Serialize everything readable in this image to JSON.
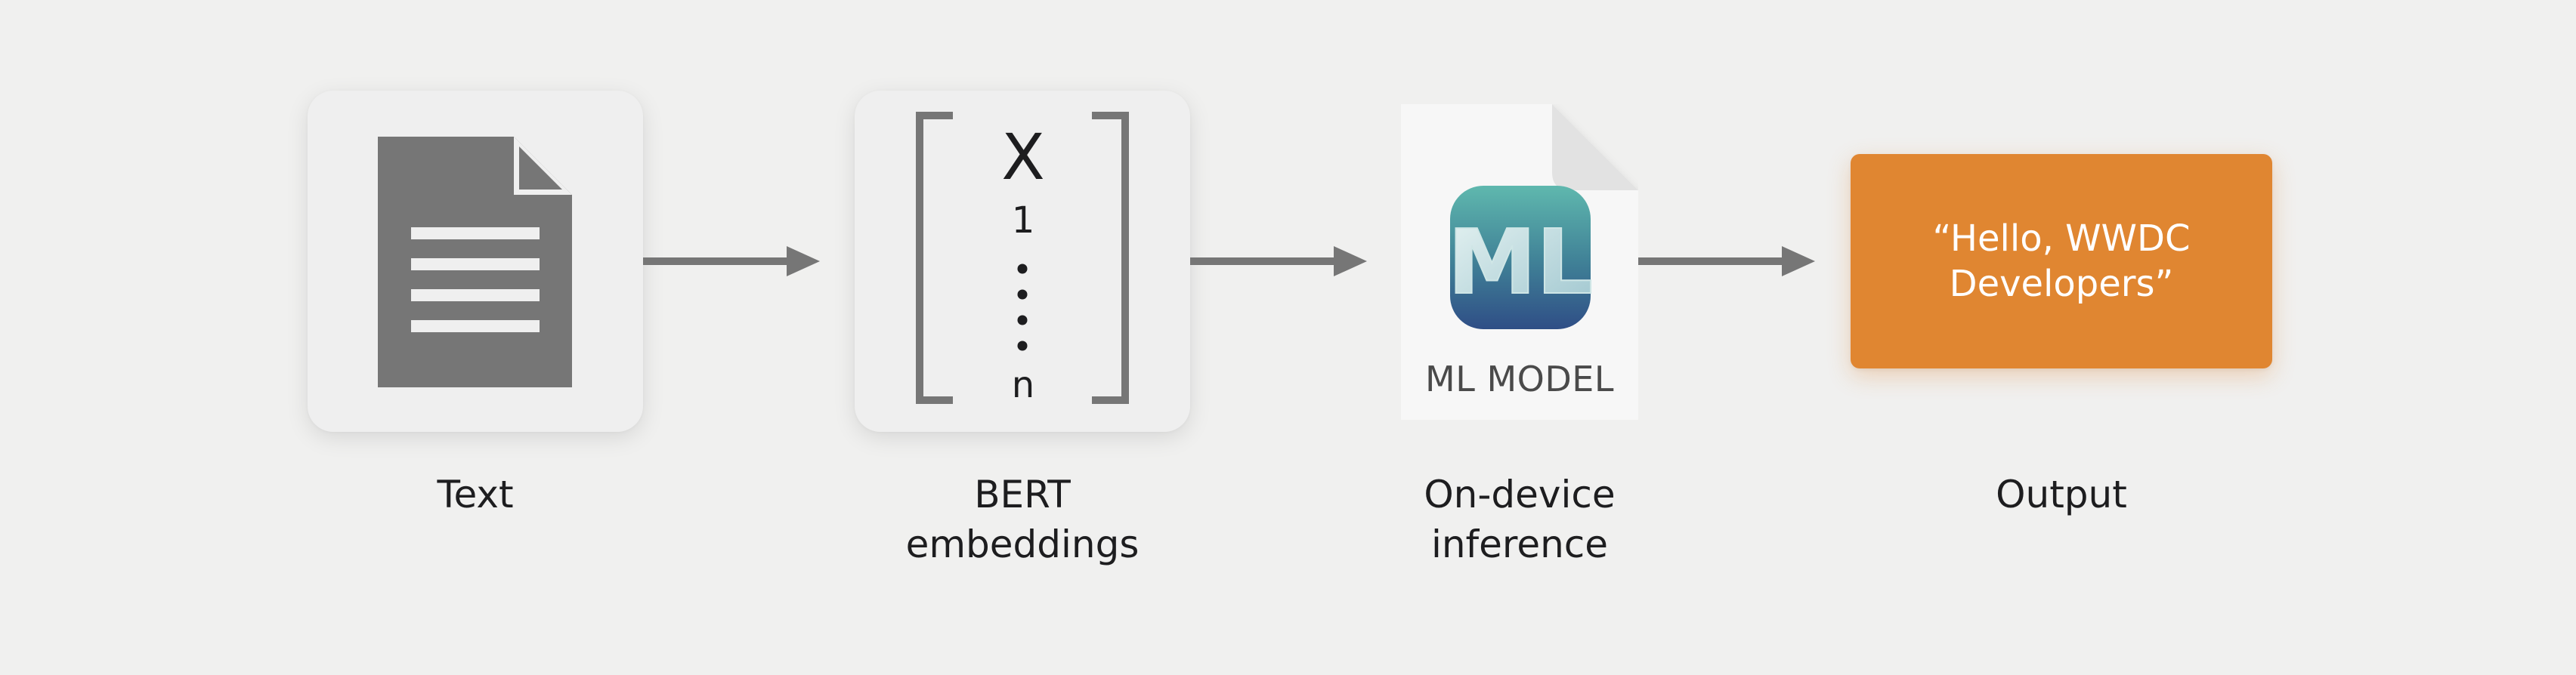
{
  "steps": [
    {
      "id": "text",
      "label": "Text",
      "icon": "document-icon"
    },
    {
      "id": "bert",
      "label": "BERT\nembeddings",
      "icon": "vector-icon",
      "vector": {
        "first": "X",
        "subscript_top": "1",
        "subscript_bottom": "n"
      }
    },
    {
      "id": "inference",
      "label": "On-device\ninference",
      "icon": "ml-model-icon",
      "model_caption": "ML MODEL",
      "model_badge_text": "ML"
    },
    {
      "id": "output",
      "label": "Output",
      "output_text": "“Hello, WWDC\nDevelopers”"
    }
  ],
  "colors": {
    "background": "#f0f0ef",
    "card": "#efefef",
    "icon_gray": "#767676",
    "arrow": "#767676",
    "output_orange": "#e08631",
    "ml_badge_top": "#5fb8ae",
    "ml_badge_bottom": "#2f4e86"
  }
}
